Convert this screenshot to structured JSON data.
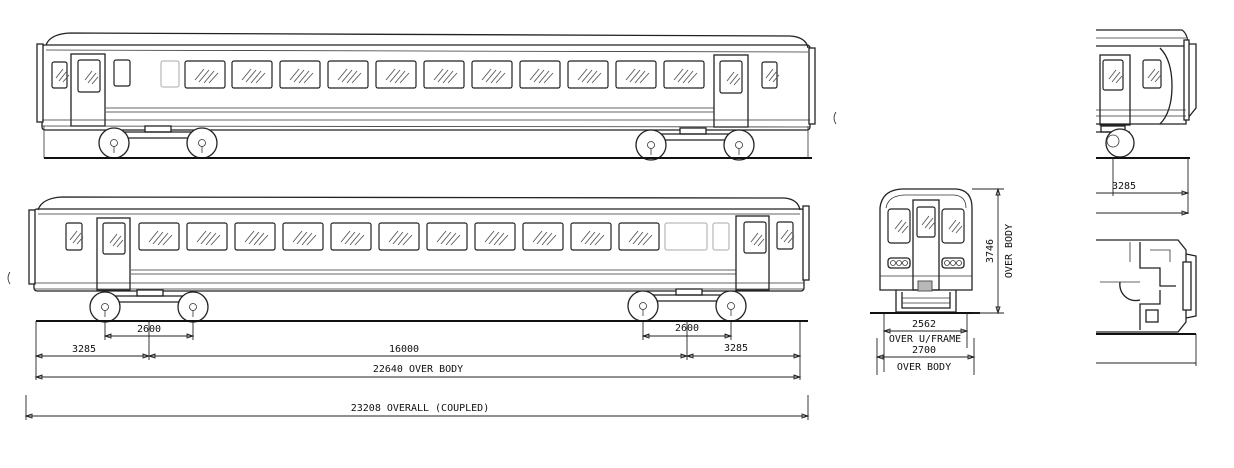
{
  "drawing": {
    "subject": "Railway coach general arrangement",
    "dimensions": {
      "end_left": "3285",
      "bogie_wheelbase_left": "2600",
      "bogie_centres": "16000",
      "bogie_wheelbase_right": "2600",
      "end_right": "3285",
      "over_body_length": "22640 OVER BODY",
      "overall_coupled": "23208 OVERALL (COUPLED)",
      "height_value": "3746",
      "height_label": "OVER BODY",
      "underframe_width_value": "2562",
      "underframe_width_label": "OVER U/FRAME",
      "body_width_value": "2700",
      "body_width_label": "OVER BODY",
      "partial_end_dim": "3285"
    }
  }
}
